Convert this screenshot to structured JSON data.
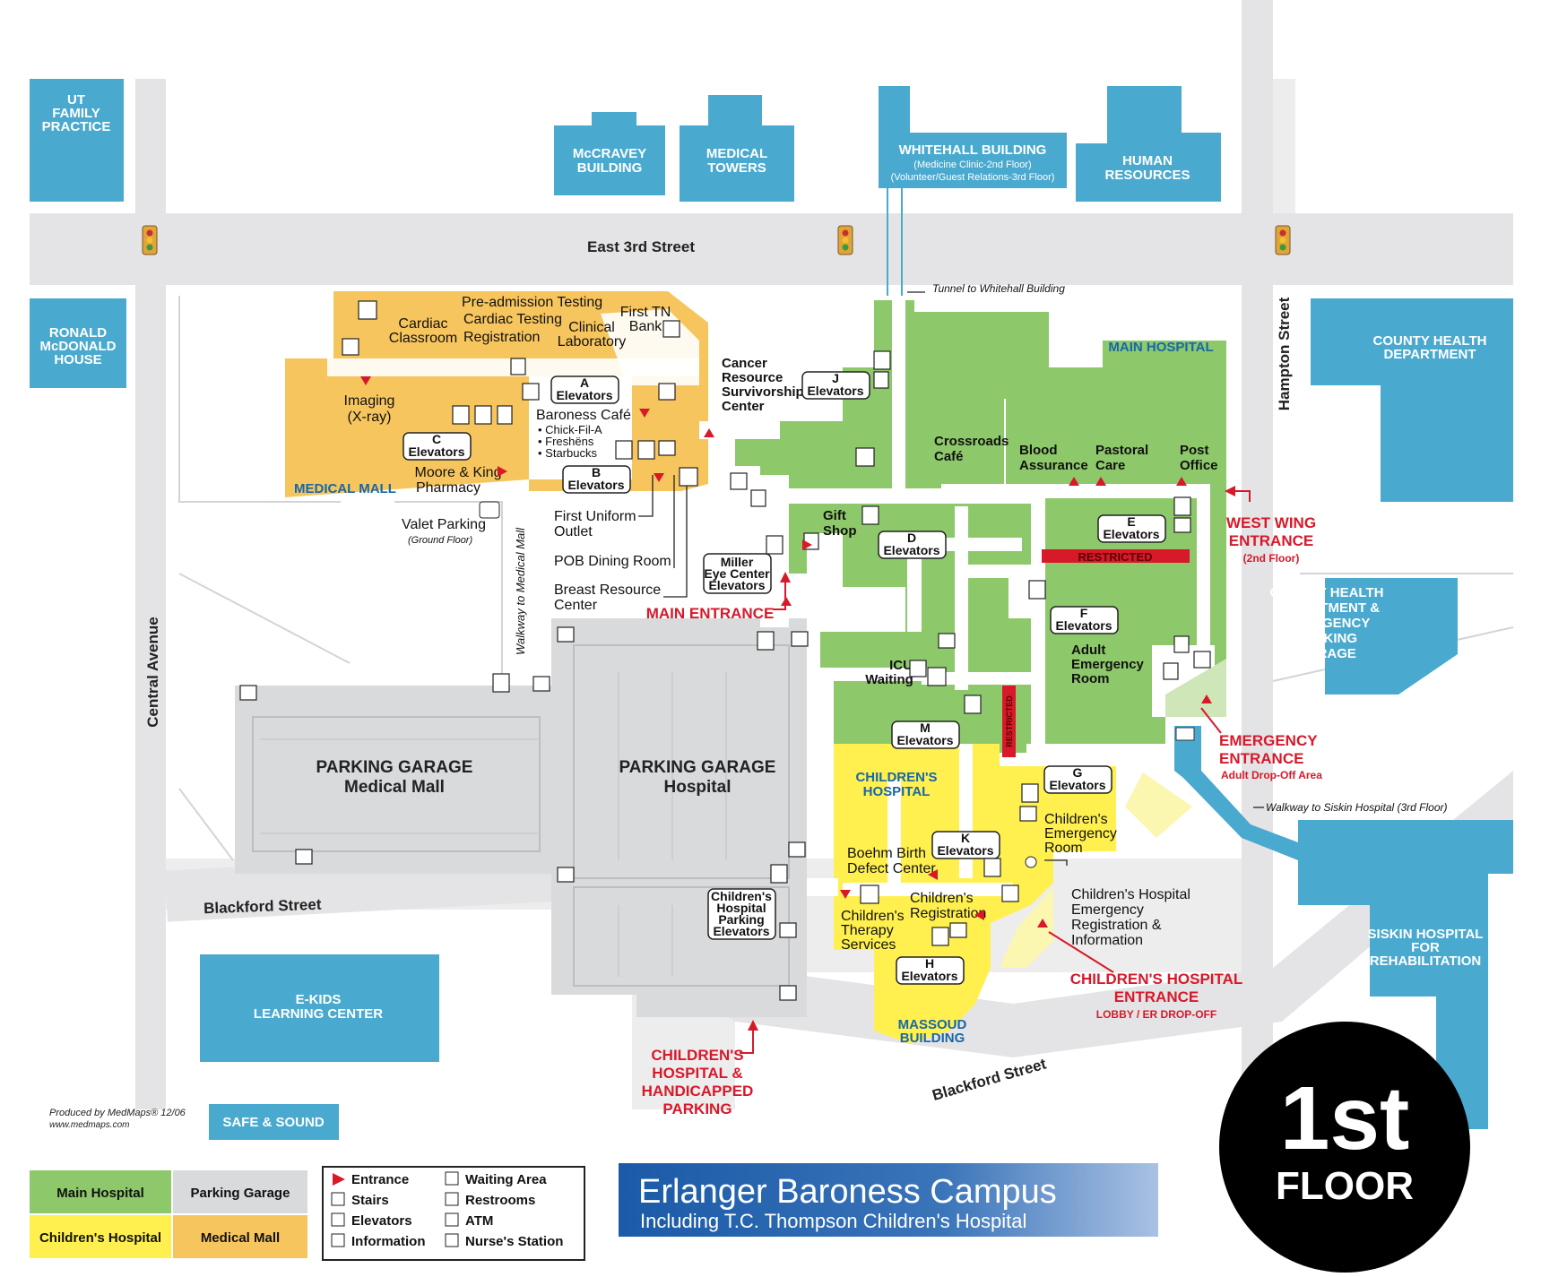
{
  "title": "Erlanger Baroness Campus",
  "subtitle": "Including T.C. Thompson Children's Hospital",
  "floor": {
    "num": "1st",
    "word": "FLOOR"
  },
  "credit": [
    "Produced by MedMaps® 12/06",
    "www.medmaps.com"
  ],
  "colors": {
    "main_hospital": "#8dc96a",
    "childrens_hospital": "#fff04f",
    "medical_mall": "#f7c55d",
    "parking": "#d9dadc",
    "building": "#4aa9cf",
    "street": "#ededee",
    "entrance": "#d7192a"
  },
  "streets": {
    "east3rd": "East 3rd Street",
    "central": "Central Avenue",
    "hampton": "Hampton Street",
    "blackford1": "Blackford Street",
    "blackford2": "Blackford Street"
  },
  "buildings": {
    "ut": [
      "UT",
      "FAMILY",
      "PRACTICE"
    ],
    "mccravey": [
      "McCRAVEY",
      "BUILDING"
    ],
    "medtowers": [
      "MEDICAL",
      "TOWERS"
    ],
    "whitehall": [
      "WHITEHALL BUILDING",
      "(Medicine Clinic-2nd Floor)",
      "(Volunteer/Guest Relations-3rd Floor)"
    ],
    "hr": [
      "HUMAN",
      "RESOURCES"
    ],
    "ronald": [
      "RONALD",
      "McDONALD",
      "HOUSE"
    ],
    "countyhealth": [
      "COUNTY HEALTH",
      "DEPARTMENT"
    ],
    "countygarage": [
      "COUNTY HEALTH",
      "DEPARTMENT &",
      "EMERGENCY",
      "PARKING",
      "GARAGE"
    ],
    "siskin": [
      "SISKIN HOSPITAL",
      "FOR",
      "REHABILITATION"
    ],
    "ekids": [
      "E-KIDS",
      "LEARNING CENTER"
    ],
    "safesound": "SAFE & SOUND"
  },
  "areas": {
    "medical_mall": "MEDICAL MALL",
    "main_hospital": "MAIN HOSPITAL",
    "childrens_hospital": [
      "CHILDREN'S",
      "HOSPITAL"
    ],
    "massoud": [
      "MASSOUD",
      "BUILDING"
    ],
    "garage_mall": [
      "PARKING GARAGE",
      "Medical Mall"
    ],
    "garage_hospital": [
      "PARKING GARAGE",
      "Hospital"
    ],
    "restricted": "RESTRICTED",
    "restricted_v": "RESTRICTED"
  },
  "labels": {
    "preadmission": "Pre-admission Testing",
    "cardiac_testing": "Cardiac Testing",
    "registration": "Registration",
    "cardiac_classroom": [
      "Cardiac",
      "Classroom"
    ],
    "clinical_lab": [
      "Clinical",
      "Laboratory"
    ],
    "firsttn": [
      "First TN",
      "Bank"
    ],
    "imaging": [
      "Imaging",
      "(X-ray)"
    ],
    "baroness_cafe": "Baroness Café",
    "cafe_items": [
      "• Chick-Fil-A",
      "• Freshëns",
      "• Starbucks"
    ],
    "moore": [
      "Moore & King",
      "Pharmacy"
    ],
    "valet": "Valet Parking",
    "valet_sub": "(Ground Floor)",
    "walkway_mall": "Walkway to Medical Mall",
    "first_uniform": [
      "First Uniform",
      "Outlet"
    ],
    "pob": "POB Dining Room",
    "breast": [
      "Breast Resource",
      "Center"
    ],
    "cancer": [
      "Cancer",
      "Resource",
      "Survivorship",
      "Center"
    ],
    "tunnel": "Tunnel to Whitehall Building",
    "crossroads": [
      "Crossroads",
      "Café"
    ],
    "blood": [
      "Blood",
      "Assurance"
    ],
    "pastoral": [
      "Pastoral",
      "Care"
    ],
    "post": [
      "Post",
      "Office"
    ],
    "gift": [
      "Gift",
      "Shop"
    ],
    "icu": [
      "ICU",
      "Waiting"
    ],
    "adult_er": [
      "Adult",
      "Emergency",
      "Room"
    ],
    "childrens_er": [
      "Children's",
      "Emergency",
      "Room"
    ],
    "boehm": [
      "Boehm Birth",
      "Defect Center"
    ],
    "childrens_reg": [
      "Children's",
      "Registration"
    ],
    "childrens_therapy": [
      "Children's",
      "Therapy",
      "Services"
    ],
    "ch_er_reg": [
      "Children's Hospital",
      "Emergency",
      "Registration &",
      "Information"
    ],
    "walkway_siskin": "Walkway to Siskin Hospital (3rd Floor)"
  },
  "elevators": {
    "a": [
      "A",
      "Elevators"
    ],
    "b": [
      "B",
      "Elevators"
    ],
    "c": [
      "C",
      "Elevators"
    ],
    "d": [
      "D",
      "Elevators"
    ],
    "e": [
      "E",
      "Elevators"
    ],
    "f": [
      "F",
      "Elevators"
    ],
    "g": [
      "G",
      "Elevators"
    ],
    "h": [
      "H",
      "Elevators"
    ],
    "j": [
      "J",
      "Elevators"
    ],
    "k": [
      "K",
      "Elevators"
    ],
    "m": [
      "M",
      "Elevators"
    ],
    "miller": [
      "Miller",
      "Eye Center",
      "Elevators"
    ],
    "chpark": [
      "Children's",
      "Hospital",
      "Parking",
      "Elevators"
    ]
  },
  "entrances": {
    "main": "MAIN ENTRANCE",
    "westwing": [
      "WEST WING",
      "ENTRANCE"
    ],
    "westwing_sub": "(2nd Floor)",
    "emergency": [
      "EMERGENCY",
      "ENTRANCE"
    ],
    "emergency_sub": "Adult Drop-Off Area",
    "childrens": [
      "CHILDREN'S HOSPITAL",
      "ENTRANCE"
    ],
    "childrens_sub": "LOBBY / ER DROP-OFF",
    "ch_parking": [
      "CHILDREN'S",
      "HOSPITAL &",
      "HANDICAPPED",
      "PARKING"
    ]
  },
  "legend_colors": [
    "Main Hospital",
    "Parking Garage",
    "Children's Hospital",
    "Medical Mall"
  ],
  "legend_icons": [
    "Entrance",
    "Waiting Area",
    "Stairs",
    "Restrooms",
    "Elevators",
    "ATM",
    "Information",
    "Nurse's Station"
  ]
}
